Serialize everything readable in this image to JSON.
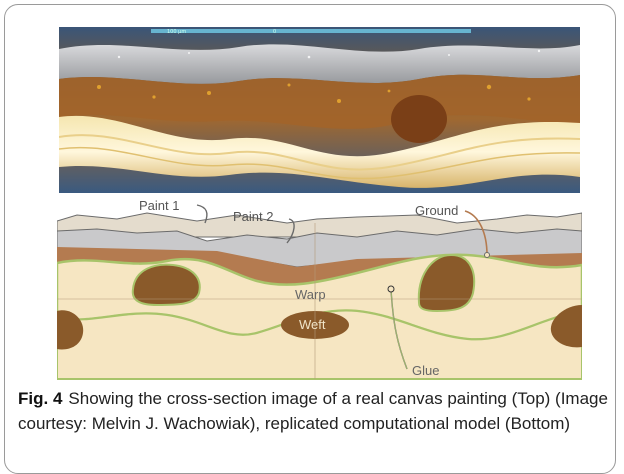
{
  "figure": {
    "photo_scale_labels": [
      "100 µm",
      "0"
    ],
    "labels": {
      "paint1": "Paint 1",
      "paint2": "Paint 2",
      "ground": "Ground",
      "warp": "Warp",
      "weft": "Weft",
      "glue": "Glue"
    },
    "colors": {
      "paint1": "#e4dccd",
      "paint2": "#c9c9cb",
      "ground": "#b47b50",
      "warp": "#f6e6c2",
      "weft": "#8a5a2a",
      "glue": "#a8c46a"
    }
  },
  "caption": {
    "fig_label": "Fig. 4",
    "text": "Showing the cross-section image of a real canvas painting (Top) (Image courtesy: Melvin J. Wachowiak), replicated computational model (Bottom)"
  }
}
